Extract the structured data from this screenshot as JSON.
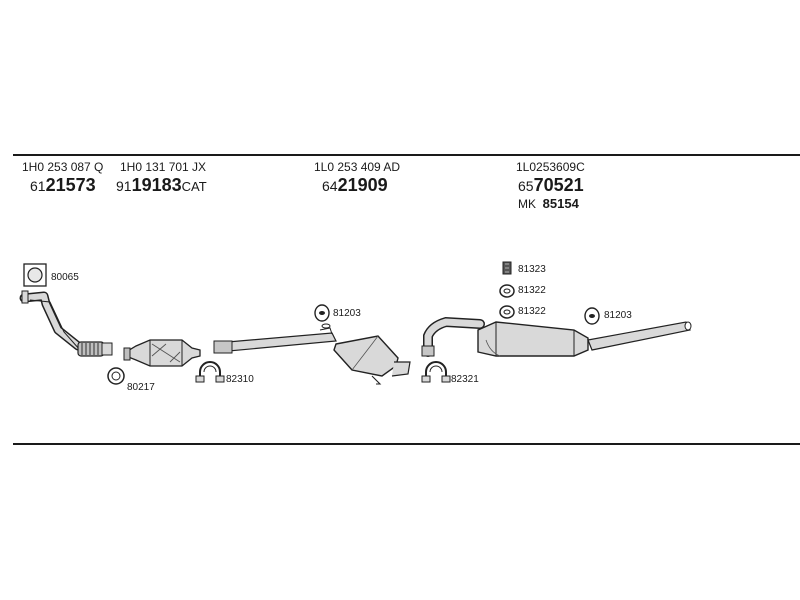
{
  "part_numbers": [
    {
      "name": "part-number-front-pipe",
      "text": "1H0 253 087 Q"
    },
    {
      "name": "part-number-catalyst",
      "text": "1H0 131 701 JX"
    },
    {
      "name": "part-number-middle-silencer",
      "text": "1L0 253 409 AD"
    },
    {
      "name": "part-number-rear-silencer",
      "text": "1L0253609C"
    }
  ],
  "codes": [
    {
      "name": "code-front-pipe",
      "prefix": "61",
      "main": "21573",
      "suffix": ""
    },
    {
      "name": "code-catalyst",
      "prefix": "91",
      "main": "19183",
      "suffix": "CAT"
    },
    {
      "name": "code-middle-silencer",
      "prefix": "64",
      "main": "21909",
      "suffix": ""
    },
    {
      "name": "code-rear-silencer",
      "prefix": "65",
      "main": "70521",
      "suffix": ""
    }
  ],
  "mounting_kit": {
    "prefix": "MK",
    "number": "85154"
  },
  "callouts": [
    {
      "name": "callout-80065",
      "text": "80065"
    },
    {
      "name": "callout-80217",
      "text": "80217"
    },
    {
      "name": "callout-82310",
      "text": "82310"
    },
    {
      "name": "callout-81203-middle",
      "text": "81203"
    },
    {
      "name": "callout-81323",
      "text": "81323"
    },
    {
      "name": "callout-81322-a",
      "text": "81322"
    },
    {
      "name": "callout-81322-b",
      "text": "81322"
    },
    {
      "name": "callout-81203-rear",
      "text": "81203"
    },
    {
      "name": "callout-82321",
      "text": "82321"
    }
  ],
  "colors": {
    "line": "#1a1a1a",
    "part_fill": "#d9d9d9",
    "part_stroke": "#2a2a2a"
  }
}
